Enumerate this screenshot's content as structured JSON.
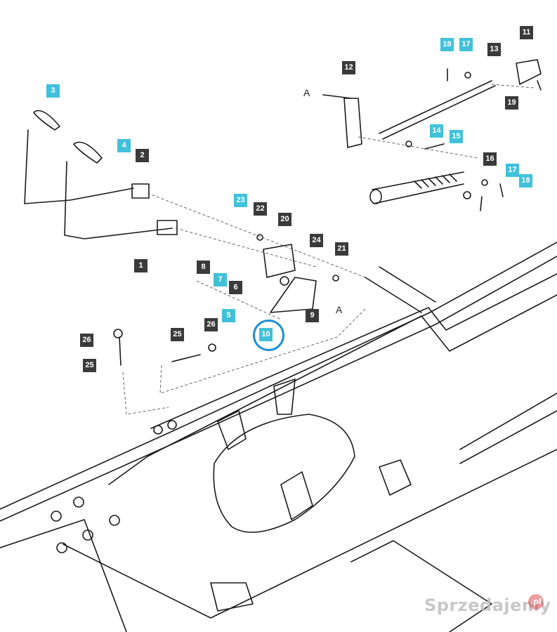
{
  "callouts": [
    {
      "id": "c11",
      "text": "11",
      "style": "dark"
    },
    {
      "id": "c18a",
      "text": "18",
      "style": "light"
    },
    {
      "id": "c17a",
      "text": "17",
      "style": "light"
    },
    {
      "id": "c13",
      "text": "13",
      "style": "dark"
    },
    {
      "id": "c12",
      "text": "12",
      "style": "dark"
    },
    {
      "id": "c19",
      "text": "19",
      "style": "dark"
    },
    {
      "id": "c3",
      "text": "3",
      "style": "light"
    },
    {
      "id": "c14",
      "text": "14",
      "style": "light"
    },
    {
      "id": "c15",
      "text": "15",
      "style": "light"
    },
    {
      "id": "c4",
      "text": "4",
      "style": "light"
    },
    {
      "id": "c2",
      "text": "2",
      "style": "dark"
    },
    {
      "id": "c16",
      "text": "16",
      "style": "dark"
    },
    {
      "id": "c17b",
      "text": "17",
      "style": "light"
    },
    {
      "id": "c18b",
      "text": "18",
      "style": "light"
    },
    {
      "id": "c23",
      "text": "23",
      "style": "light"
    },
    {
      "id": "c22",
      "text": "22",
      "style": "dark"
    },
    {
      "id": "c20",
      "text": "20",
      "style": "dark"
    },
    {
      "id": "c24",
      "text": "24",
      "style": "dark"
    },
    {
      "id": "c21",
      "text": "21",
      "style": "dark"
    },
    {
      "id": "c1",
      "text": "1",
      "style": "dark"
    },
    {
      "id": "c8",
      "text": "8",
      "style": "dark"
    },
    {
      "id": "c7",
      "text": "7",
      "style": "light"
    },
    {
      "id": "c6",
      "text": "6",
      "style": "dark"
    },
    {
      "id": "c5",
      "text": "5",
      "style": "light"
    },
    {
      "id": "c9",
      "text": "9",
      "style": "dark"
    },
    {
      "id": "c10",
      "text": "10",
      "style": "light"
    },
    {
      "id": "c26a",
      "text": "26",
      "style": "dark"
    },
    {
      "id": "c25a",
      "text": "25",
      "style": "dark"
    },
    {
      "id": "c26b",
      "text": "26",
      "style": "dark"
    },
    {
      "id": "c25b",
      "text": "25",
      "style": "dark"
    }
  ],
  "letters": {
    "a_top": "A",
    "a_mid": "A"
  },
  "highlight": {
    "target": "10",
    "color": "#1b8fd6"
  },
  "colors": {
    "dark": "#3a3a3a",
    "light": "#41c1d9",
    "line": "#1a1a1a"
  },
  "watermark": {
    "text": "Sprzedajemy",
    "badge": ".pl"
  }
}
